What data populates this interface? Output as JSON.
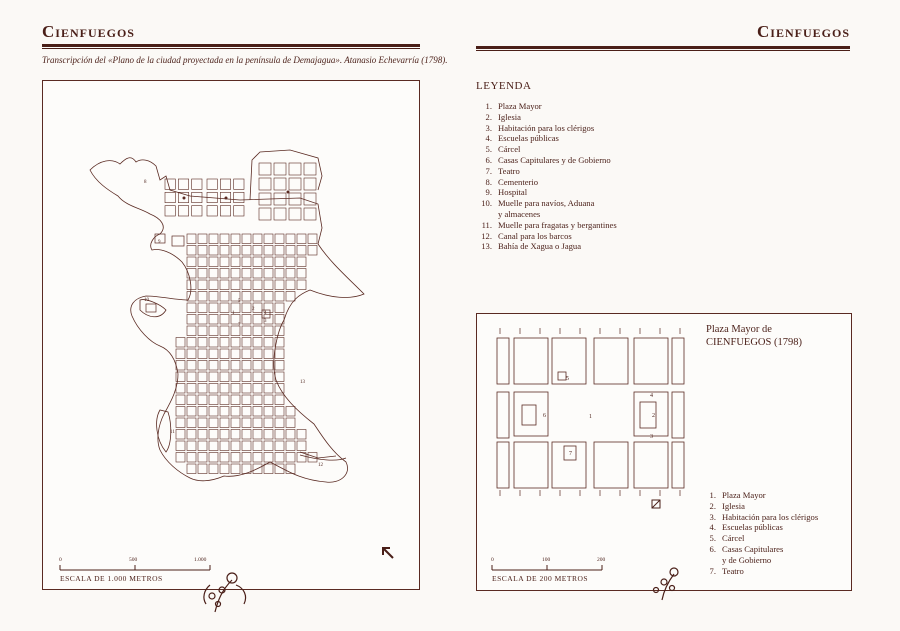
{
  "header": {
    "left_title": "Cienfuegos",
    "right_title": "Cienfuegos",
    "caption": "Transcripción del «Plano de la ciudad proyectada en la península de Demajagua». Atanasio Echevarría (1798)."
  },
  "legend": {
    "title": "LEYENDA",
    "items": [
      {
        "n": "1.",
        "text": "Plaza Mayor"
      },
      {
        "n": "2.",
        "text": "Iglesia"
      },
      {
        "n": "3.",
        "text": "Habitación para los clérigos"
      },
      {
        "n": "4.",
        "text": "Escuelas públicas"
      },
      {
        "n": "5.",
        "text": "Cárcel"
      },
      {
        "n": "6.",
        "text": "Casas Capitulares y de Gobierno"
      },
      {
        "n": "7.",
        "text": "Teatro"
      },
      {
        "n": "8.",
        "text": "Cementerio"
      },
      {
        "n": "9.",
        "text": "Hospital"
      },
      {
        "n": "10.",
        "text": "Muelle para navíos, Aduana"
      },
      {
        "n": "",
        "text": "y almacenes"
      },
      {
        "n": "11.",
        "text": "Muelle para fragatas y bergantines"
      },
      {
        "n": "12.",
        "text": "Canal para los barcos"
      },
      {
        "n": "13.",
        "text": "Bahía de Xagua o Jagua"
      }
    ]
  },
  "city_map": {
    "scale_label": "ESCALA DE 1.000 METROS",
    "scale_ticks": [
      "0",
      "500",
      "1.000"
    ],
    "map_labels": [
      "8",
      "9",
      "10",
      "11",
      "12",
      "13",
      "1",
      "2",
      "3",
      "4",
      "5",
      "7"
    ]
  },
  "plaza_map": {
    "title_line1": "Plaza Mayor de",
    "title_line2": "CIENFUEGOS (1798)",
    "scale_label": "ESCALA DE 200 METROS",
    "scale_ticks": [
      "0",
      "100",
      "200"
    ],
    "map_labels": [
      "1",
      "2",
      "3",
      "4",
      "5",
      "6",
      "7"
    ],
    "legend": [
      {
        "n": "1.",
        "text": "Plaza Mayor"
      },
      {
        "n": "2.",
        "text": "Iglesia"
      },
      {
        "n": "3.",
        "text": "Habitación para los clérigos"
      },
      {
        "n": "4.",
        "text": "Escuelas públicas"
      },
      {
        "n": "5.",
        "text": "Cárcel"
      },
      {
        "n": "6.",
        "text": "Casas Capitulares"
      },
      {
        "n": "",
        "text": "y de Gobierno"
      },
      {
        "n": "7.",
        "text": "Teatro"
      }
    ]
  }
}
